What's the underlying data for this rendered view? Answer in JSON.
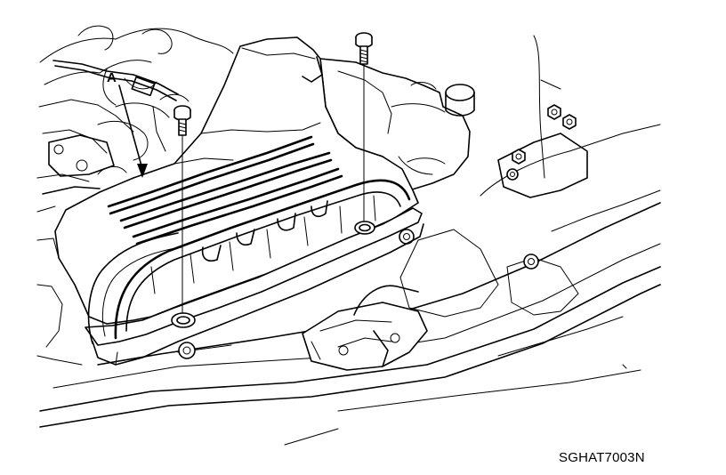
{
  "figure": {
    "callout_label": "A",
    "figure_code": "SGHAT7003N"
  },
  "components": {
    "bolt_left": "bolt-icon",
    "bolt_right": "bolt-icon",
    "air_duct": "air-intake-duct",
    "radiator_support": "radiator-support-panel"
  },
  "colors": {
    "line": "#000000",
    "background": "#ffffff"
  }
}
